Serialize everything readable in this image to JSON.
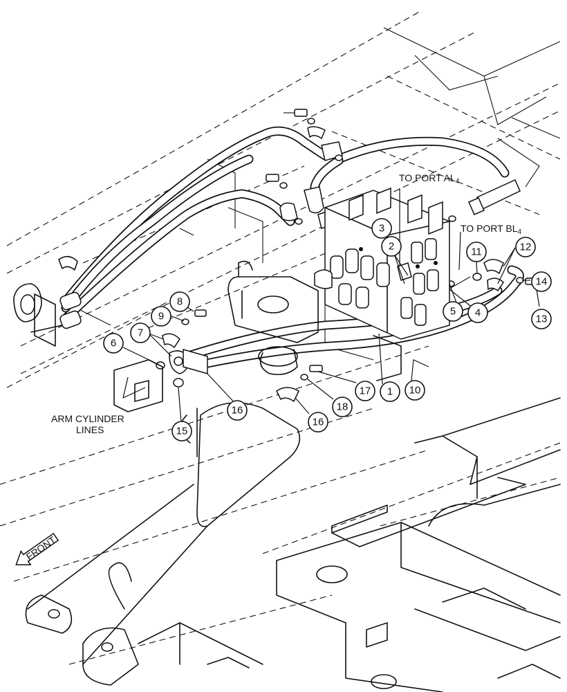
{
  "labels": {
    "to_port_al": "TO PORT AL",
    "to_port_al_sub": "4",
    "to_port_bl": "TO PORT BL",
    "to_port_bl_sub": "4",
    "arm_cylinder_1": "ARM CYLINDER",
    "arm_cylinder_2": "LINES",
    "front": "FRONT"
  },
  "callouts": [
    "1",
    "2",
    "3",
    "4",
    "5",
    "6",
    "7",
    "8",
    "9",
    "10",
    "11",
    "12",
    "13",
    "14",
    "15",
    "16",
    "16",
    "17",
    "18"
  ]
}
